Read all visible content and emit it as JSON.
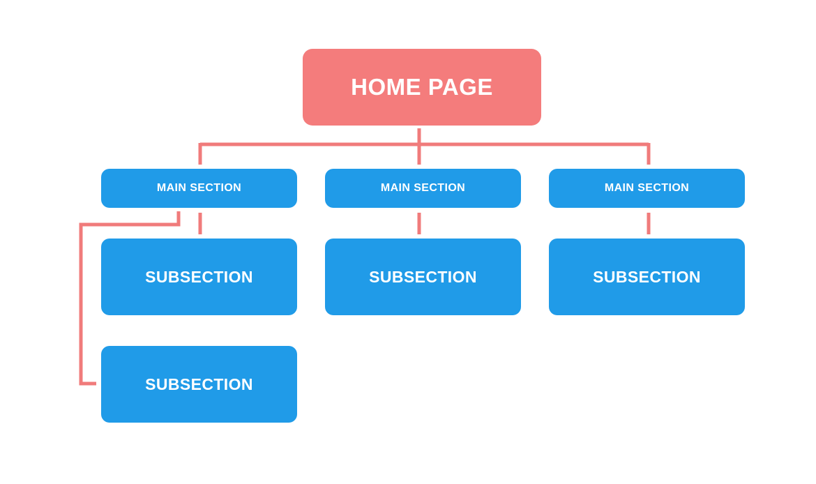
{
  "colors": {
    "home_fill": "#f47c7c",
    "node_fill": "#209be8",
    "connector": "#f07b7b",
    "text": "#ffffff"
  },
  "home": {
    "label": "HOME PAGE"
  },
  "main_sections": [
    {
      "label": "MAIN SECTION",
      "subsections": [
        {
          "label": "SUBSECTION"
        },
        {
          "label": "SUBSECTION"
        }
      ]
    },
    {
      "label": "MAIN SECTION",
      "subsections": [
        {
          "label": "SUBSECTION"
        }
      ]
    },
    {
      "label": "MAIN SECTION",
      "subsections": [
        {
          "label": "SUBSECTION"
        }
      ]
    }
  ]
}
